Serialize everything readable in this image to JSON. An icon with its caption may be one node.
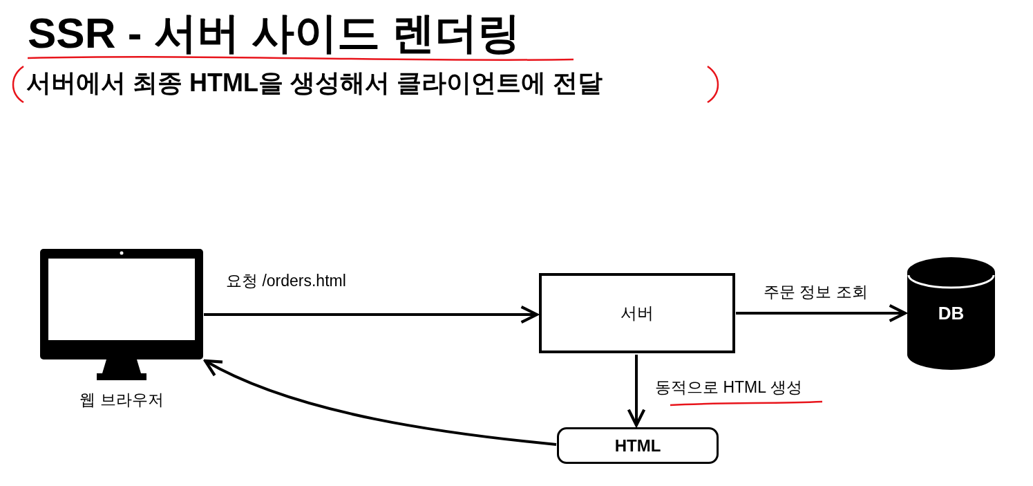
{
  "diagram": {
    "title": "SSR - 서버 사이드 렌더링",
    "nodes": [
      {
        "text": [],
        "shape": "picture",
        "beside": [
          "웹 브라우저"
        ]
      },
      {
        "text": [
          "서버"
        ]
      },
      {
        "text": [
          "DB"
        ]
      },
      {
        "text": [
          "HTML"
        ]
      }
    ],
    "edges": [
      {
        "from": 0,
        "to": 1,
        "arrow": "to",
        "label": "요청 /orders.html"
      },
      {
        "from": 1,
        "to": 2,
        "arrow": "to",
        "label": "주문 정보 조회"
      },
      {
        "from": 1,
        "to": 3,
        "arrow": "to",
        "label": "동적으로 HTML 생성"
      },
      {
        "from": 3,
        "to": 0,
        "arrow": "to"
      }
    ],
    "labels": [
      "서버에서 최종 HTML을 생성해서 클라이언트에 전달"
    ]
  }
}
